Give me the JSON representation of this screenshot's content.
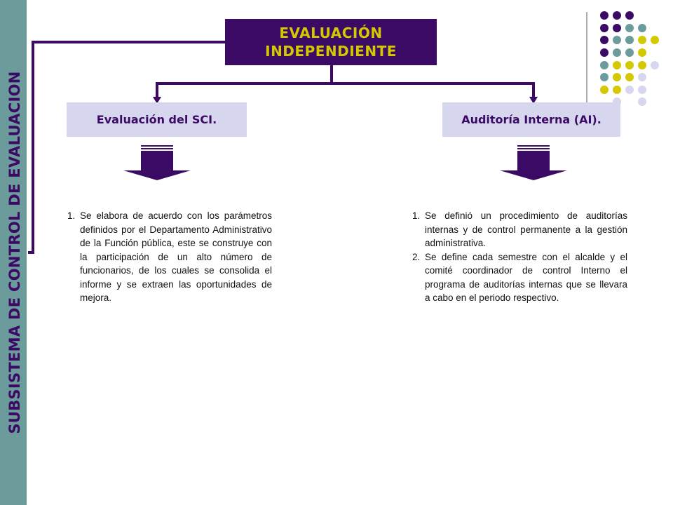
{
  "sidebar": {
    "title": "SUBSISTEMA DE CONTROL DE EVALUACION"
  },
  "main_box": {
    "line1": "EVALUACIÓN",
    "line2": "INDEPENDIENTE"
  },
  "left_branch": {
    "title": "Evaluación del SCI.",
    "items": [
      {
        "num": "1.",
        "text": "Se elabora de acuerdo con los parámetros definidos por el Departamento Administrativo de la Función pública, este se construye con la participación de un alto número de funcionarios, de los cuales se consolida el informe y se extraen las oportunidades de mejora."
      }
    ]
  },
  "right_branch": {
    "title": "Auditoría Interna (AI).",
    "items": [
      {
        "num": "1.",
        "text": "Se definió un procedimiento de auditorías internas y de control permanente a la gestión administrativa."
      },
      {
        "num": "2.",
        "text": "Se define cada semestre con el alcalde y el comité coordinador de control Interno el programa de auditorías internas que se llevara a cabo en el periodo respectivo."
      }
    ]
  },
  "colors": {
    "purple": "#3b0a64",
    "teal": "#6b9b9b",
    "yellow": "#d4c800",
    "lavender": "#d6d6ee"
  }
}
